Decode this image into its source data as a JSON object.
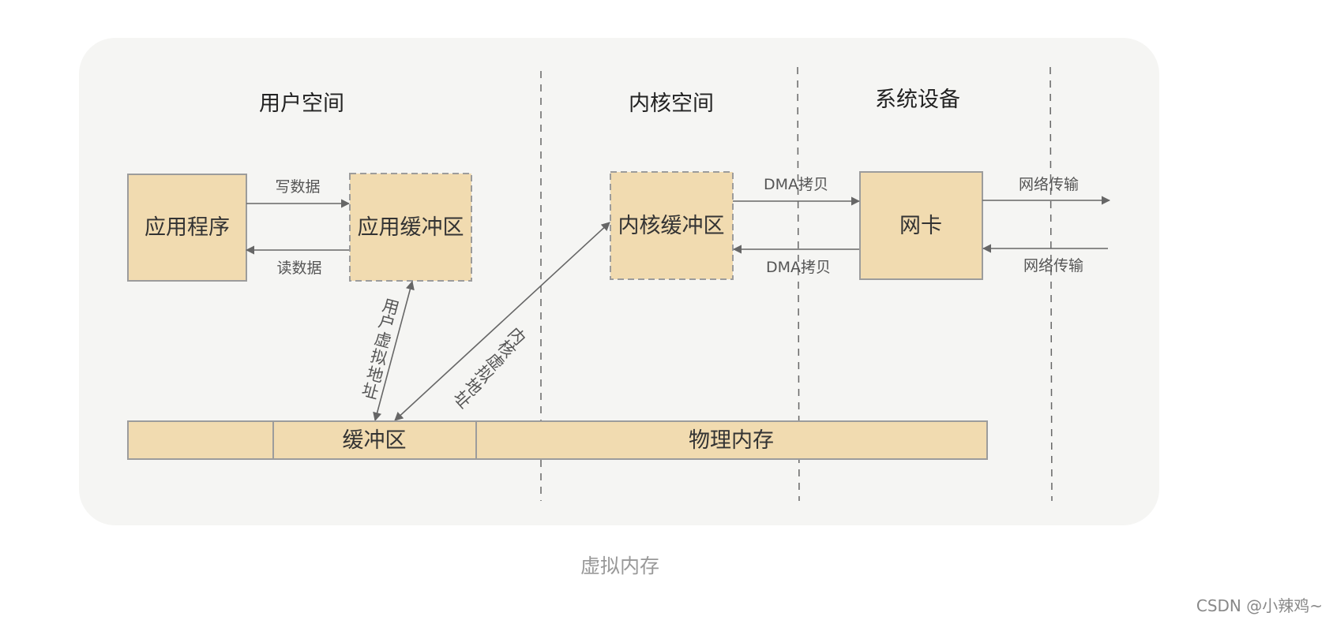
{
  "regions": {
    "user_space": "用户空间",
    "kernel_space": "内核空间",
    "system_devices": "系统设备"
  },
  "boxes": {
    "app": "应用程序",
    "app_buffer": "应用缓冲区",
    "kernel_buffer": "内核缓冲区",
    "nic": "网卡"
  },
  "edges": {
    "write_data": "写数据",
    "read_data": "读数据",
    "dma_copy_out": "DMA拷贝",
    "dma_copy_in": "DMA拷贝",
    "net_out": "网络传输",
    "net_in": "网络传输",
    "user_vaddr": [
      "用",
      "户",
      "虚",
      "拟",
      "地",
      "址"
    ],
    "kernel_vaddr": [
      "内",
      "核",
      "虚",
      "拟",
      "地",
      "址"
    ]
  },
  "memory_bar": {
    "buffer": "缓冲区",
    "physical": "物理内存"
  },
  "caption": "虚拟内存",
  "watermark": "CSDN @小辣鸡~",
  "colors": {
    "panel": "#f5f5f3",
    "box_fill": "#f1dbb0",
    "box_stroke": "#9c9c9c",
    "line": "#666666"
  }
}
